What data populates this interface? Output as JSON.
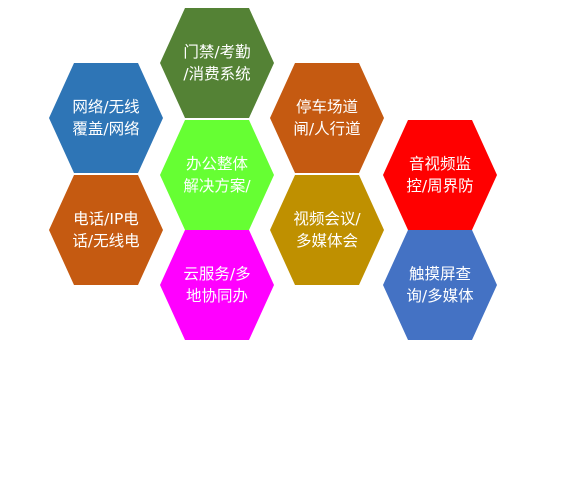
{
  "hexagons": [
    {
      "id": "access",
      "lines": [
        "门禁/考勤",
        "/消费系统"
      ],
      "color": "#548235"
    },
    {
      "id": "network",
      "lines": [
        "网络/无线",
        "覆盖/网络"
      ],
      "color": "#2E75B6"
    },
    {
      "id": "parking",
      "lines": [
        "停车场道",
        "闸/人行道"
      ],
      "color": "#C55A11"
    },
    {
      "id": "office",
      "lines": [
        "办公整体",
        "解决方案/"
      ],
      "color": "#66FF33"
    },
    {
      "id": "av-monitor",
      "lines": [
        "音视频监",
        "控/周界防"
      ],
      "color": "#FF0000"
    },
    {
      "id": "phone",
      "lines": [
        "电话/IP电",
        "话/无线电"
      ],
      "color": "#C55A11"
    },
    {
      "id": "video-conf",
      "lines": [
        "视频会议/",
        "多媒体会"
      ],
      "color": "#BF9000"
    },
    {
      "id": "cloud",
      "lines": [
        "云服务/多",
        "地协同办"
      ],
      "color": "#FF00FF"
    },
    {
      "id": "touch",
      "lines": [
        "触摸屏查",
        "询/多媒体"
      ],
      "color": "#4472C4"
    }
  ]
}
